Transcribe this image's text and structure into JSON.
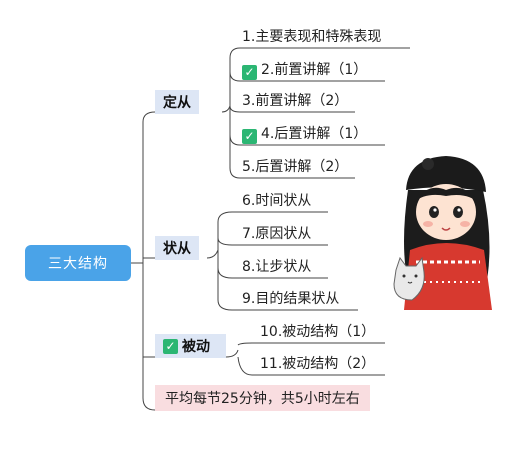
{
  "root": {
    "label": "三大结构"
  },
  "branches": {
    "dingcong": {
      "label": "定从",
      "items": [
        {
          "label": "1.主要表现和特殊表现",
          "checked": false
        },
        {
          "label": "2.前置讲解（1）",
          "checked": true
        },
        {
          "label": "3.前置讲解（2）",
          "checked": false
        },
        {
          "label": "4.后置讲解（1）",
          "checked": true
        },
        {
          "label": "5.后置讲解（2）",
          "checked": false
        }
      ]
    },
    "zhuangcong": {
      "label": "状从",
      "items": [
        {
          "label": "6.时间状从"
        },
        {
          "label": "7.原因状从"
        },
        {
          "label": "8.让步状从"
        },
        {
          "label": "9.目的结果状从"
        }
      ]
    },
    "beidong": {
      "label": "被动",
      "checked": true,
      "items": [
        {
          "label": "10.被动结构（1）"
        },
        {
          "label": "11.被动结构（2）"
        }
      ]
    }
  },
  "summary": {
    "label": "平均每节25分钟，共5小时左右"
  },
  "colors": {
    "root_bg": "#4aa3e8",
    "branch_bg": "#dde6f5",
    "summary_bg": "#f9dde0",
    "check": "#2bb673",
    "line": "#444444"
  },
  "icons": [
    "check-icon",
    "girl-with-cat-illustration"
  ]
}
